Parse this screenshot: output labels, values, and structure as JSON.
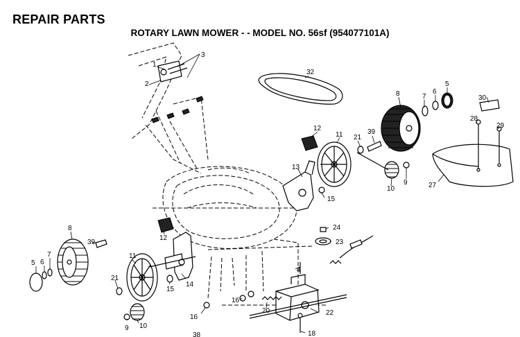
{
  "header": {
    "title": "REPAIR PARTS",
    "subtitle": "ROTARY LAWN MOWER - - MODEL NO. 56sf (954077101A)"
  },
  "callouts": {
    "c1": "1",
    "c2": "2",
    "c3": "3",
    "c4": "4",
    "c5a": "5",
    "c5b": "5",
    "c6a": "6",
    "c6b": "6",
    "c7a": "7",
    "c7b": "7",
    "c8a": "8",
    "c8b": "8",
    "c9a": "9",
    "c9b": "9",
    "c10a": "10",
    "c10b": "10",
    "c11a": "11",
    "c11b": "11",
    "c12a": "12",
    "c12b": "12",
    "c13": "13",
    "c14": "14",
    "c15a": "15",
    "c15b": "15",
    "c16a": "16",
    "c16b": "16",
    "c18": "18",
    "c20": "20",
    "c21a": "21",
    "c21b": "21",
    "c22": "22",
    "c23": "23",
    "c24": "24",
    "c27": "27",
    "c28": "28",
    "c29": "29",
    "c30": "30",
    "c32": "32",
    "c38": "38",
    "c39a": "39",
    "c39b": "39"
  }
}
